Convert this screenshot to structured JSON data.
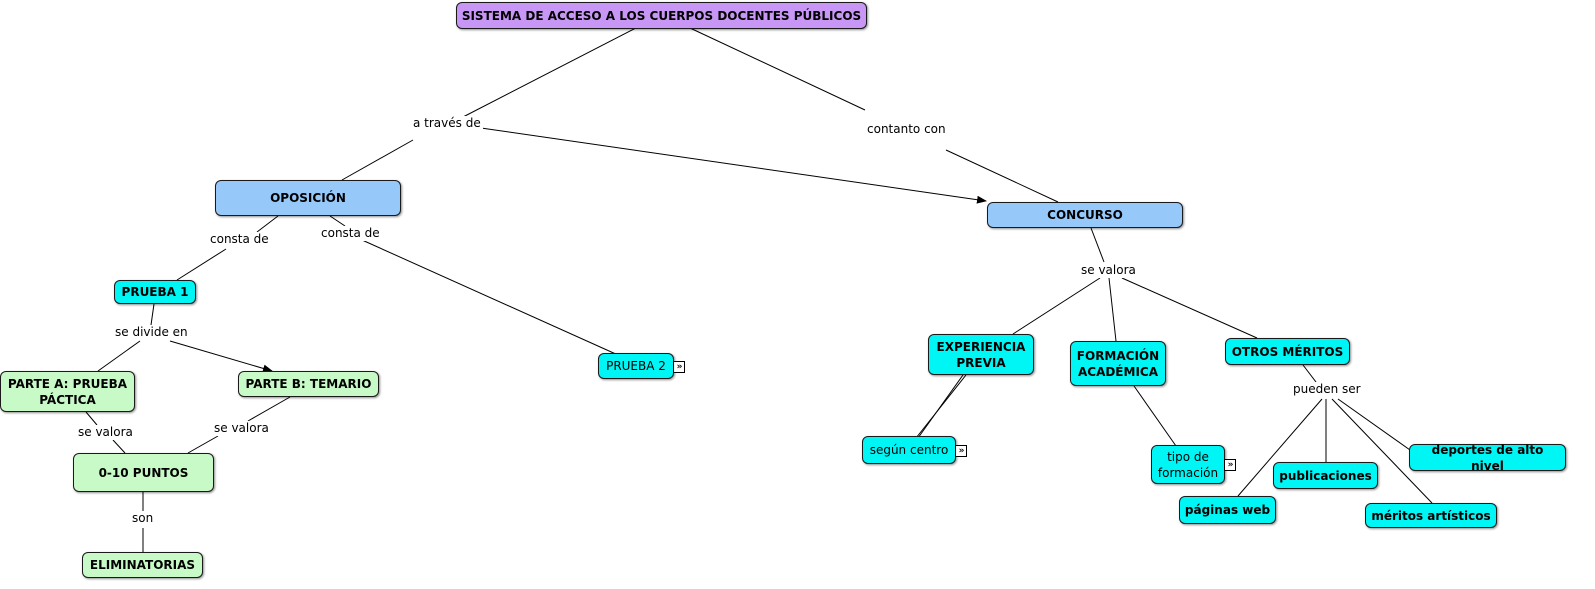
{
  "colors": {
    "root": "#c896f5",
    "primary": "#96c8fa",
    "secondary": "#00f5f5",
    "tertiary": "#c8fac8"
  },
  "nodes": {
    "root": "SISTEMA DE ACCESO A LOS CUERPOS DOCENTES PÚBLICOS",
    "oposicion": "OPOSICIÓN",
    "concurso": "CONCURSO",
    "prueba1": "PRUEBA 1",
    "prueba2": "PRUEBA 2",
    "parteA": "PARTE A: PRUEBA\nPÁCTICA",
    "parteB": "PARTE B: TEMARIO",
    "puntos": "0-10 PUNTOS",
    "eliminatorias": "ELIMINATORIAS",
    "experiencia": "EXPERIENCIA\nPREVIA",
    "formacion": "FORMACIÓN\nACADÉMICA",
    "otros": "OTROS MÉRITOS",
    "segun": "según centro",
    "tipo": "tipo de\nformación",
    "paginas": "páginas web",
    "publicaciones": "publicaciones",
    "meritos": "méritos artísticos",
    "deportes": "deportes de alto nivel"
  },
  "links": {
    "a_traves": "a través de",
    "contanto": "contanto con",
    "consta1": "consta de",
    "consta2": "consta de",
    "se_divide": "se divide en",
    "se_valora_a": "se valora",
    "se_valora_b": "se valora",
    "son": "son",
    "se_valora_c": "se valora",
    "pueden_ser": "pueden ser"
  },
  "resource_icon": "double-chevron-right-icon"
}
